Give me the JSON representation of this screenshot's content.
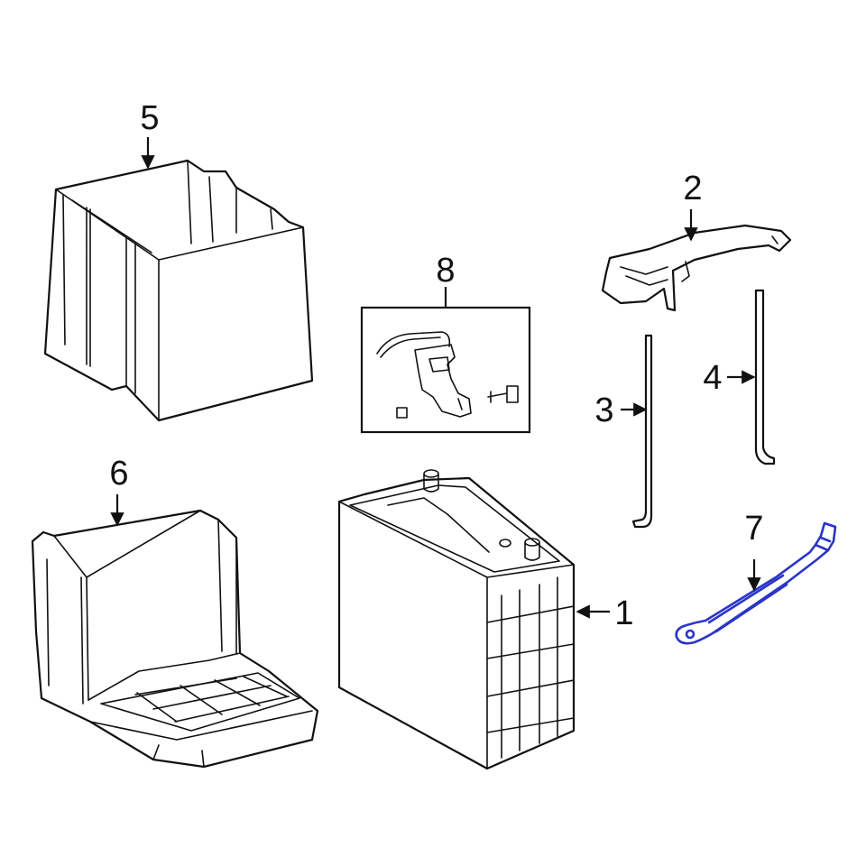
{
  "diagram": {
    "highlight_color": "#2a35c8",
    "line_color": "#111111",
    "background": "#ffffff",
    "highlighted_part": "7",
    "callouts": [
      {
        "id": "1",
        "label": "1"
      },
      {
        "id": "2",
        "label": "2"
      },
      {
        "id": "3",
        "label": "3"
      },
      {
        "id": "4",
        "label": "4"
      },
      {
        "id": "5",
        "label": "5"
      },
      {
        "id": "6",
        "label": "6"
      },
      {
        "id": "7",
        "label": "7"
      },
      {
        "id": "8",
        "label": "8"
      }
    ]
  }
}
